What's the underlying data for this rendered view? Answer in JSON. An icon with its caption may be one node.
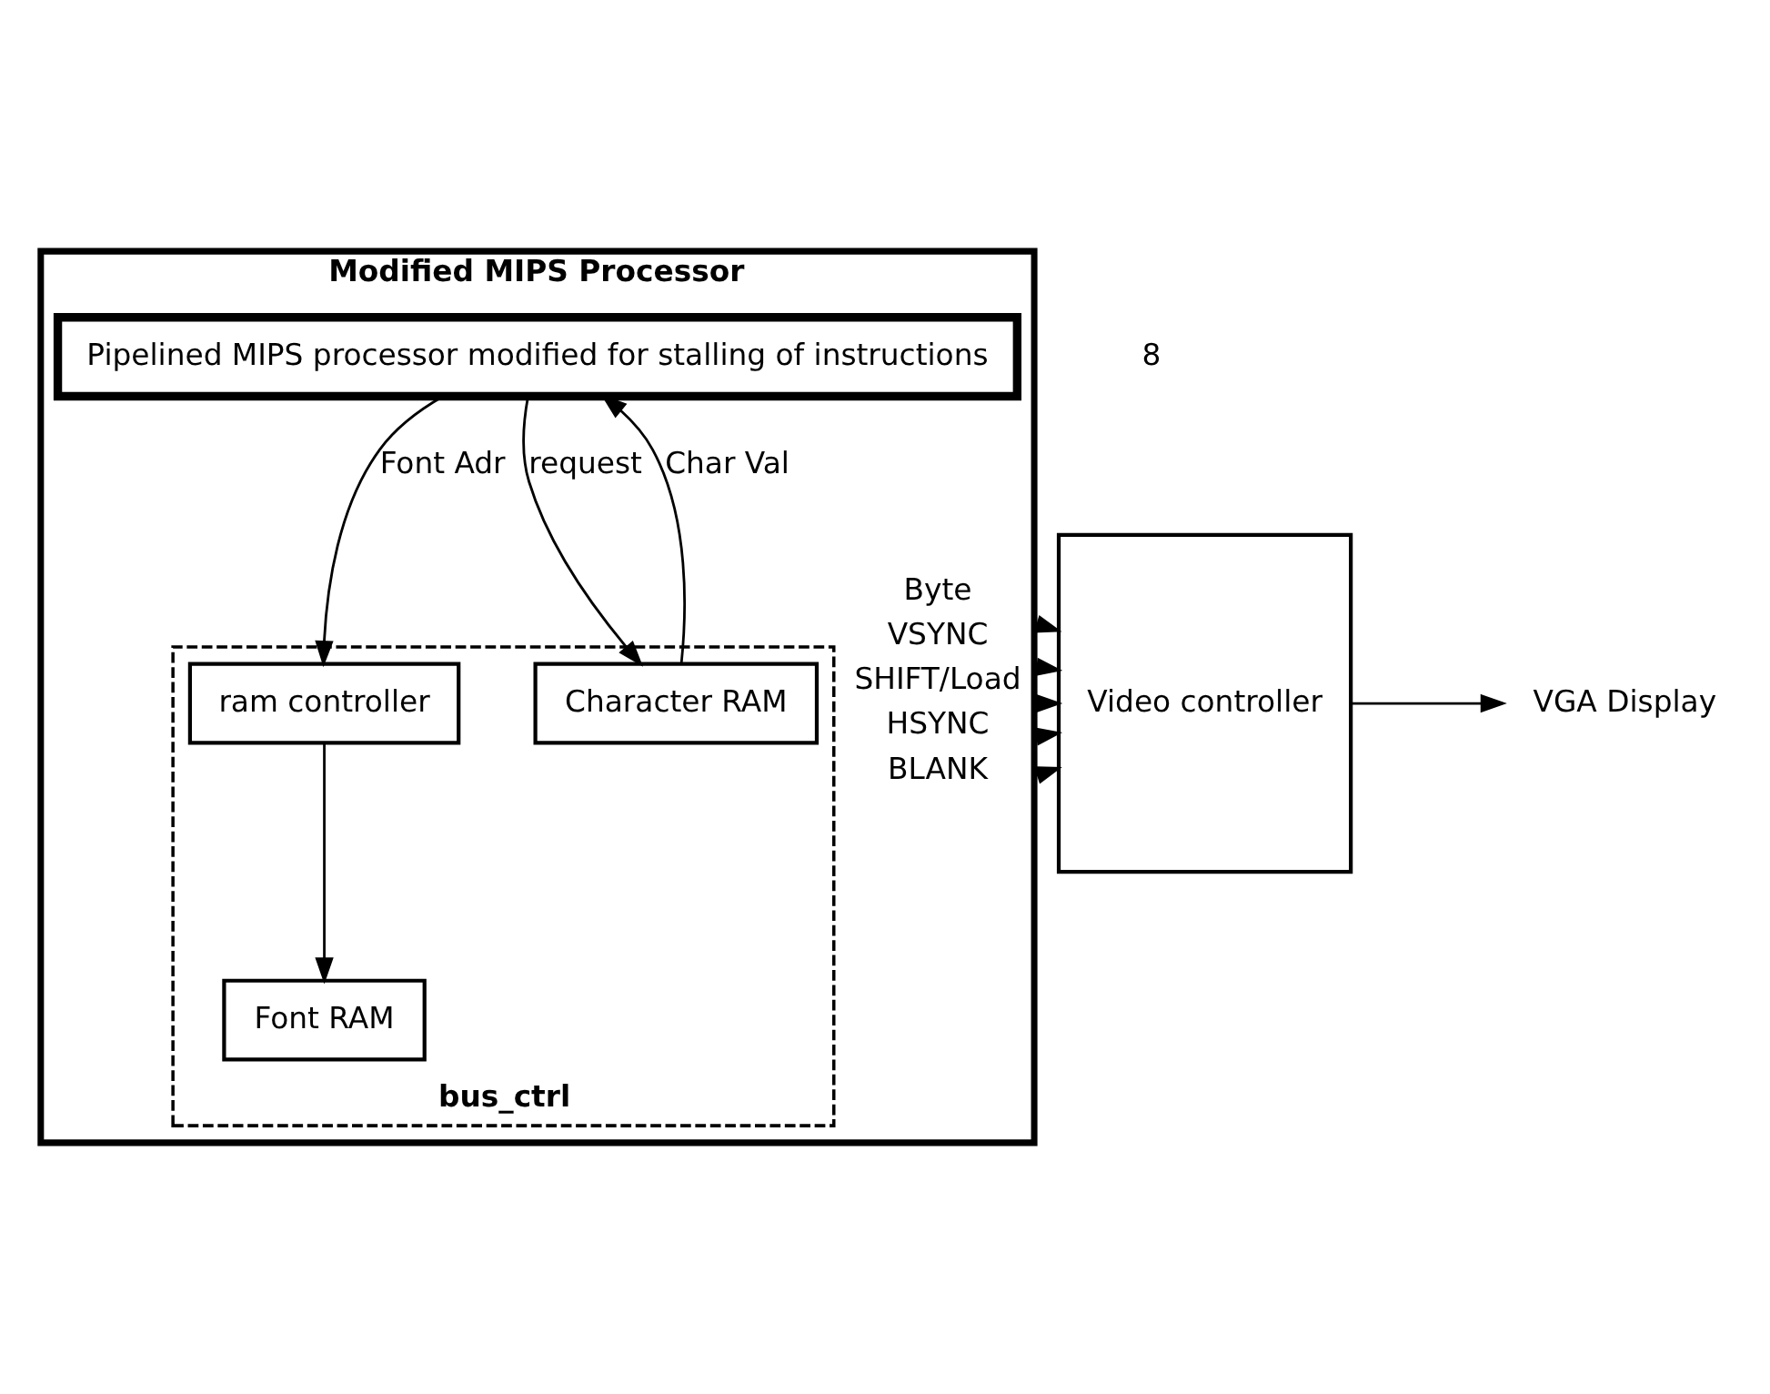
{
  "diagram": {
    "nodes": [
      {
        "text": [
          "Modified MIPS Processor"
        ]
      },
      {
        "text": [
          "Pipelined MIPS processor modified for stalling of instructions"
        ],
        "in": 0
      },
      {
        "text": [
          "bus_ctrl"
        ],
        "in": 0
      },
      {
        "text": [
          "ram controller"
        ],
        "in": 2
      },
      {
        "text": [
          "Character RAM"
        ],
        "in": 2
      },
      {
        "text": [
          "Font RAM"
        ],
        "in": 2
      },
      {
        "text": [
          "Video controller"
        ]
      },
      {
        "text": [
          "VGA Display"
        ]
      }
    ],
    "edges": [
      {
        "from": 1,
        "to": 4,
        "arrow": "to",
        "label": "request"
      },
      {
        "from": 4,
        "to": 1,
        "arrow": "to",
        "label": "Char Val"
      },
      {
        "from": 1,
        "to": 3,
        "arrow": "to",
        "label": "Font Adr"
      },
      {
        "from": 3,
        "to": 5,
        "arrow": "to"
      },
      {
        "from": 0,
        "to": 6,
        "arrow": "to",
        "label": "Byte"
      },
      {
        "from": 0,
        "to": 6,
        "arrow": "to",
        "label": "HSYNC"
      },
      {
        "from": 0,
        "to": 6,
        "arrow": "to",
        "label": "VSYNC"
      },
      {
        "from": 0,
        "to": 6,
        "arrow": "to",
        "label": "BLANK"
      },
      {
        "from": 0,
        "to": 6,
        "arrow": "to",
        "label": "SHIFT/Load"
      },
      {
        "from": 6,
        "to": 7,
        "arrow": "to"
      }
    ],
    "labels": [
      "8"
    ]
  }
}
